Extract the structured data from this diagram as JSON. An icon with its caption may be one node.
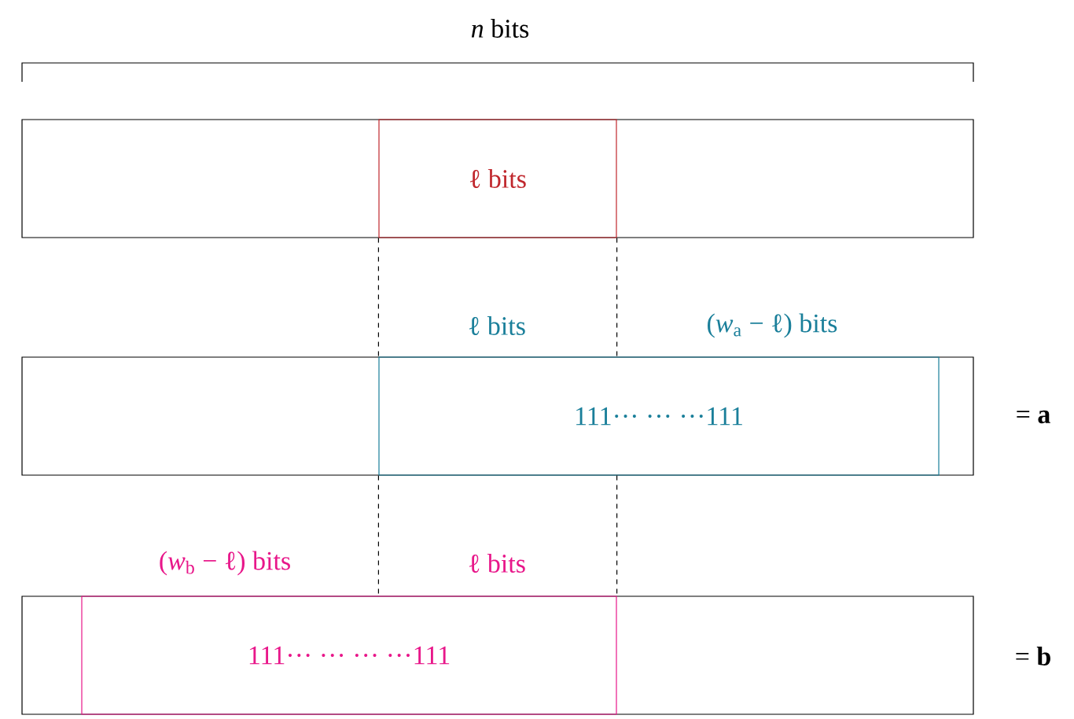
{
  "diagram": {
    "nodes": [
      {
        "text": [],
        "shape": "box"
      },
      {
        "text": [
          "ℓ bits"
        ],
        "in": 0
      },
      {
        "text": [],
        "shape": "box",
        "beside": [
          "= **a**"
        ]
      },
      {
        "text": [
          "111··· ··· ···111"
        ],
        "in": 2,
        "beside": [
          "ℓ bits",
          "(*w*$_{a}$ − ℓ) bits"
        ]
      },
      {
        "text": [],
        "shape": "box",
        "beside": [
          "= **b**"
        ]
      },
      {
        "text": [
          "111··· ··· ··· ···111"
        ],
        "in": 4,
        "beside": [
          "(*w*$_{b}$ − ℓ) bits",
          "ℓ bits"
        ]
      }
    ],
    "edges": [
      {
        "from": 1,
        "to": 3,
        "arrow": "none",
        "style": "dashed"
      },
      {
        "from": 1,
        "to": 3,
        "arrow": "none",
        "style": "dashed"
      },
      {
        "from": 3,
        "to": 5,
        "arrow": "none",
        "style": "dashed"
      },
      {
        "from": 3,
        "to": 5,
        "arrow": "none",
        "style": "dashed"
      }
    ],
    "labels": [
      "*n* bits"
    ]
  }
}
